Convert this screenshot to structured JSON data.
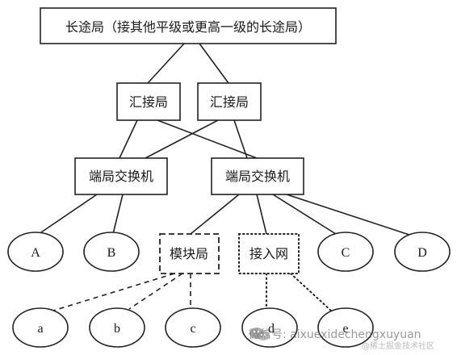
{
  "diagram": {
    "top": "长途局（接其他平级或更高一级的长途局）",
    "tandem_left": "汇接局",
    "tandem_right": "汇接局",
    "end_office_left": "端局交换机",
    "end_office_right": "端局交换机",
    "subscriber_A": "A",
    "subscriber_B": "B",
    "module_office": "模块局",
    "access_network": "接入网",
    "subscriber_C": "C",
    "subscriber_D": "D",
    "sub_a": "a",
    "sub_b": "b",
    "sub_c": "c",
    "sub_d": "d",
    "sub_e": "e"
  },
  "watermark": {
    "text": "微信号: aixuexidechengxuyuan",
    "subtext": "@稀土掘金技术社区",
    "icon": "wechat-logo-icon"
  },
  "colors": {
    "line": "#222222",
    "text": "#1a1a1a"
  }
}
